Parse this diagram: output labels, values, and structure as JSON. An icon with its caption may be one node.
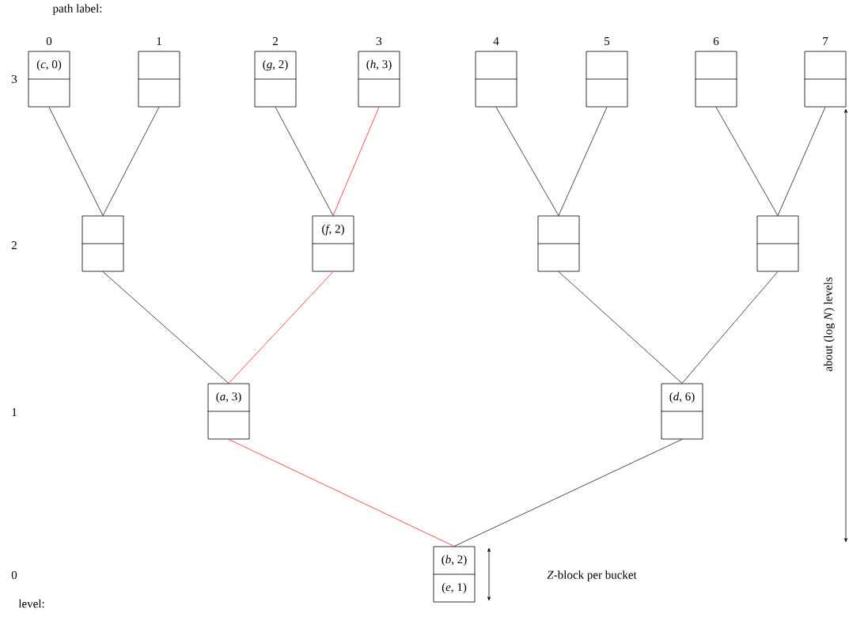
{
  "diagram": {
    "nodes": [
      {
        "text": [
          "(*c*, 0)"
        ]
      },
      {
        "text": [],
        "shape": "box"
      },
      {
        "text": [
          "(*g*, 2)"
        ]
      },
      {
        "text": [
          "(*h*, 3)"
        ]
      },
      {
        "text": [],
        "shape": "box"
      },
      {
        "text": [],
        "shape": "box"
      },
      {
        "text": [],
        "shape": "box"
      },
      {
        "text": [],
        "shape": "box"
      },
      {
        "text": [],
        "shape": "box"
      },
      {
        "text": [
          "(*f*, 2)"
        ]
      },
      {
        "text": [],
        "shape": "box"
      },
      {
        "text": [],
        "shape": "box"
      },
      {
        "text": [
          "(*a*, 3)"
        ]
      },
      {
        "text": [
          "(*d*, 6)"
        ]
      },
      {
        "text": [
          "(*b*, 2)",
          "(*e*, 1)"
        ]
      }
    ],
    "edges": [
      {
        "from": 0,
        "to": 8,
        "arrow": "none"
      },
      {
        "from": 1,
        "to": 8,
        "arrow": "none"
      },
      {
        "from": 2,
        "to": 9,
        "arrow": "none"
      },
      {
        "from": 3,
        "to": 9,
        "arrow": "none",
        "color": "#ff0000"
      },
      {
        "from": 4,
        "to": 10,
        "arrow": "none"
      },
      {
        "from": 5,
        "to": 10,
        "arrow": "none"
      },
      {
        "from": 6,
        "to": 11,
        "arrow": "none"
      },
      {
        "from": 7,
        "to": 11,
        "arrow": "none"
      },
      {
        "from": 8,
        "to": 12,
        "arrow": "none"
      },
      {
        "from": 9,
        "to": 12,
        "arrow": "none",
        "color": "#ff0000"
      },
      {
        "from": 10,
        "to": 13,
        "arrow": "none"
      },
      {
        "from": 11,
        "to": 13,
        "arrow": "none"
      },
      {
        "from": 12,
        "to": 14,
        "arrow": "none",
        "color": "#ff0000"
      },
      {
        "from": 13,
        "to": 14,
        "arrow": "none"
      }
    ],
    "labels": [
      "path label:",
      "0",
      "1",
      "2",
      "3",
      "4",
      "5",
      "6",
      "7",
      "3",
      "2",
      "1",
      "0",
      "level:",
      "about (log *N*) levels",
      "*Z*-block per bucket"
    ]
  }
}
